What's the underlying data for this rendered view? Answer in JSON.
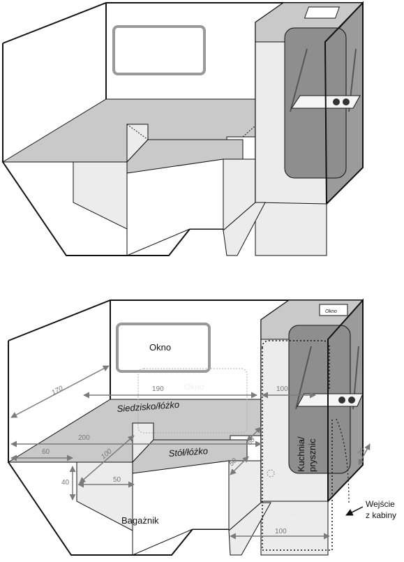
{
  "top_diagram": {
    "door_label": "Drzwi"
  },
  "bottom_diagram": {
    "labels": {
      "window": "Okno",
      "window_ghost": "Okno",
      "seat_bed": "Siedzisko/łóżko",
      "table_bed": "Stół/łóżko",
      "kitchen_line1": "Kuchnia/",
      "kitchen_line2": "prysznic",
      "trunk": "Bagażnik",
      "door": "Drzwi",
      "entry_line1": "Wejście",
      "entry_line2": "z kabiny",
      "stove_sign": "Okno"
    },
    "dimensions": {
      "d170": "170",
      "d190": "190",
      "d100_top": "100",
      "d200": "200",
      "d60": "60",
      "d100_diag": "100",
      "d40": "40",
      "d50_bottom": "50",
      "d50_right_a": "50",
      "d50_right_b": "50",
      "d70": "70",
      "d100_bottom": "100"
    }
  },
  "colors": {
    "outline": "#111111",
    "light_fill": "#ececec",
    "mid_fill": "#c9c9c9",
    "dark_fill": "#9b9b9b",
    "dimension_gray": "#7a7a7a"
  }
}
